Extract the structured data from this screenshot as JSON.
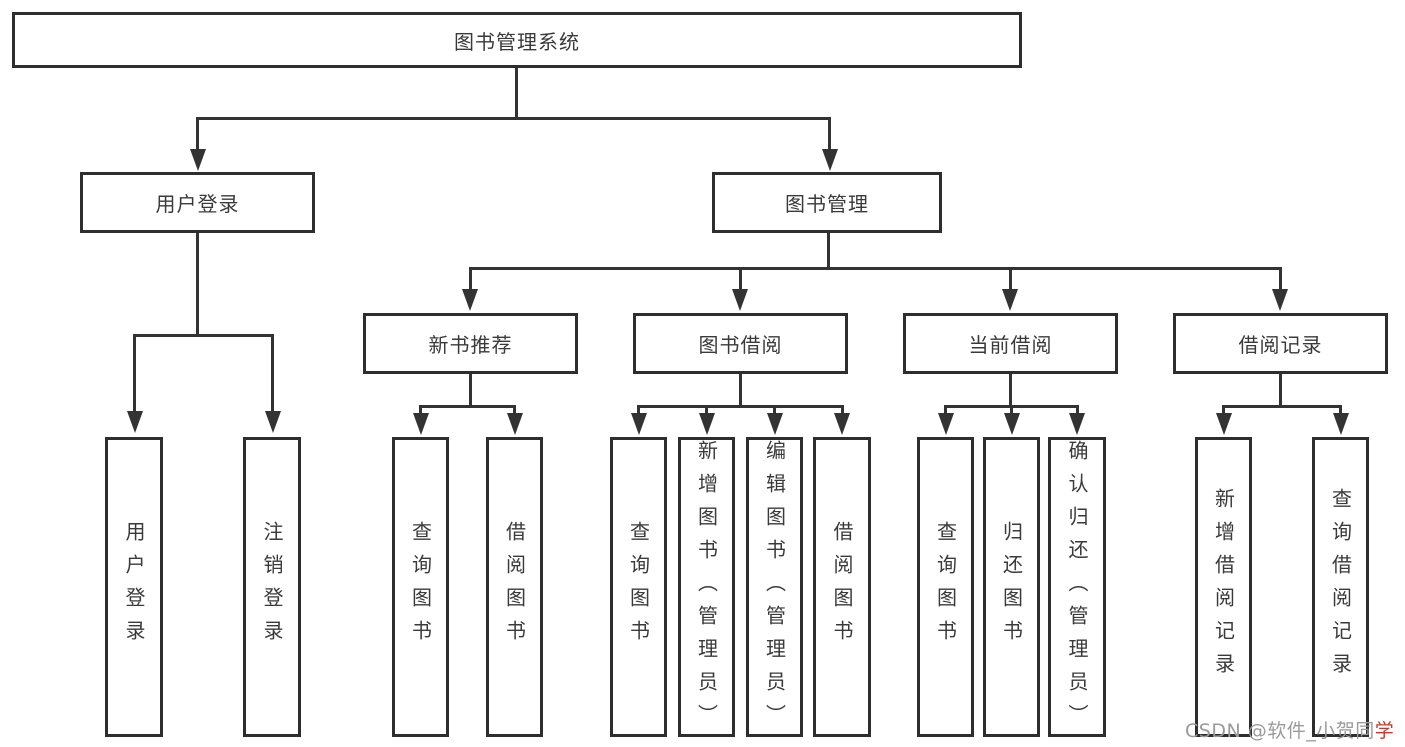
{
  "diagram": {
    "title_node": "图书管理系统",
    "nodes": {
      "root": "图书管理系统",
      "user_login": "用户登录",
      "book_mgmt": "图书管理",
      "new_book": "新书推荐",
      "book_borrow": "图书借阅",
      "current_borrow": "当前借阅",
      "borrow_record": "借阅记录",
      "leaves": {
        "user_login": [
          "用户登录",
          "注销登录"
        ],
        "new_book": [
          "查询图书",
          "借阅图书"
        ],
        "book_borrow": [
          "查询图书",
          "新增图书（管理员）",
          "编辑图书（管理员）",
          "借阅图书"
        ],
        "current_borrow": [
          "查询图书",
          "归还图书",
          "确认归还（管理员）"
        ],
        "borrow_record": [
          "新增借阅记录",
          "查询借阅记录"
        ]
      }
    },
    "hierarchy": {
      "图书管理系统": [
        "用户登录",
        "图书管理"
      ],
      "用户登录": [
        "用户登录",
        "注销登录"
      ],
      "图书管理": [
        "新书推荐",
        "图书借阅",
        "当前借阅",
        "借阅记录"
      ],
      "新书推荐": [
        "查询图书",
        "借阅图书"
      ],
      "图书借阅": [
        "查询图书",
        "新增图书（管理员）",
        "编辑图书（管理员）",
        "借阅图书"
      ],
      "当前借阅": [
        "查询图书",
        "归还图书",
        "确认归还（管理员）"
      ],
      "借阅记录": [
        "新增借阅记录",
        "查询借阅记录"
      ]
    }
  },
  "watermark": {
    "prefix": "CSDN @软件_小贺同",
    "accent_char": "学"
  },
  "colors": {
    "background": "#ffffff",
    "line": "#333333",
    "box_border": "#2e2e2e",
    "text": "#3a3a3a",
    "watermark_gray": "#9b9b9b",
    "watermark_red": "#c0392b"
  }
}
